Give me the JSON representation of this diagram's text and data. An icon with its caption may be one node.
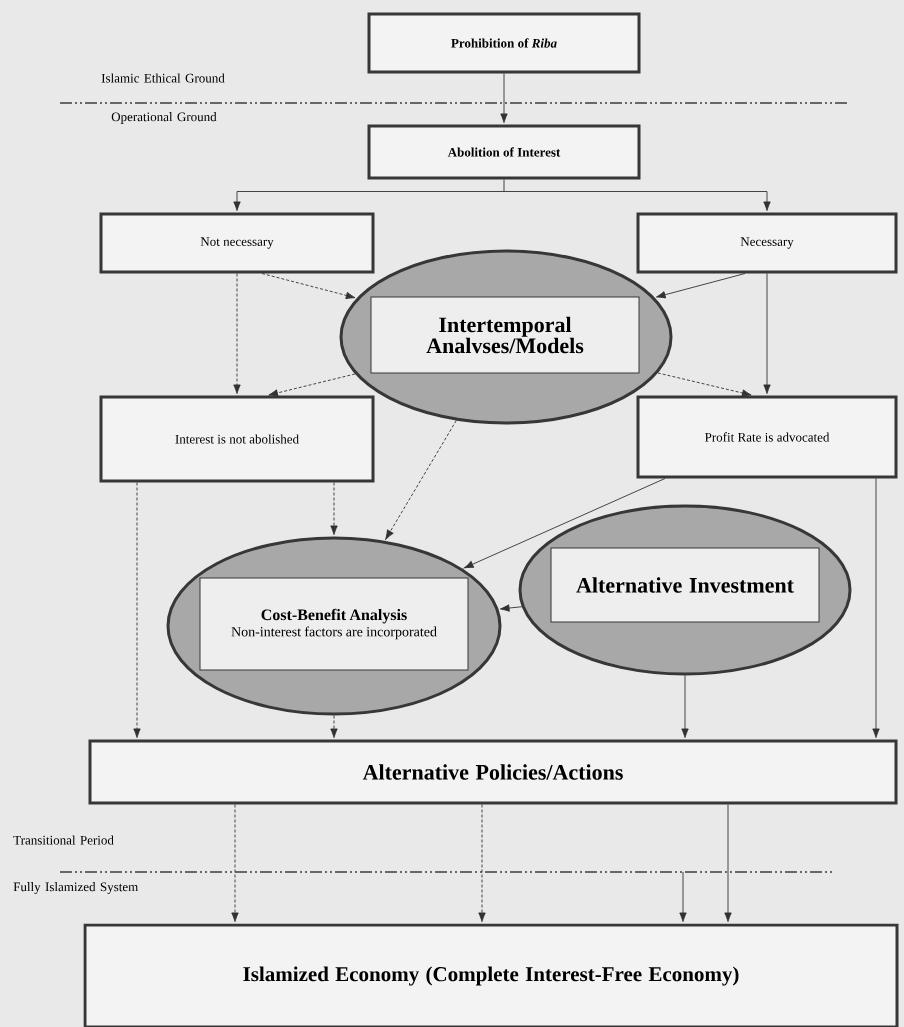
{
  "diagram": {
    "nodes": [
      {
        "text": [
          "Prohibition of *Riba*"
        ]
      },
      {
        "text": [
          "Abolition of Interest"
        ]
      },
      {
        "text": [
          "Not necessary"
        ]
      },
      {
        "text": [
          "Necessary"
        ]
      },
      {
        "text": [
          "Intertemporal Analvses/Models"
        ]
      },
      {
        "text": [
          "Interest is not abolished"
        ]
      },
      {
        "text": [
          "Profit Rate is advocated"
        ]
      },
      {
        "text": [
          "Cost-Benefit Analysis",
          "Non-interest factors are incorporated"
        ]
      },
      {
        "text": [
          "Alternative Investment"
        ]
      },
      {
        "text": [
          "Alternative Policies/Actions"
        ]
      },
      {
        "text": [
          "Islamized Economy (Complete Interest-Free Economy)"
        ]
      }
    ],
    "edges": [
      {
        "from": 0,
        "to": 1,
        "arrow": "to"
      },
      {
        "from": 1,
        "to": 2,
        "arrow": "to"
      },
      {
        "from": 1,
        "to": 3,
        "arrow": "to"
      },
      {
        "from": 2,
        "to": 4,
        "arrow": "to",
        "style": "dashed"
      },
      {
        "from": 3,
        "to": 4,
        "arrow": "to"
      },
      {
        "from": 2,
        "to": 5,
        "arrow": "to",
        "style": "dashed"
      },
      {
        "from": 4,
        "to": 5,
        "arrow": "to",
        "style": "dashed"
      },
      {
        "from": 4,
        "to": 6,
        "arrow": "to",
        "style": "dashed"
      },
      {
        "from": 3,
        "to": 6,
        "arrow": "to"
      },
      {
        "from": 5,
        "to": 7,
        "arrow": "to",
        "style": "dashed"
      },
      {
        "from": 4,
        "to": 7,
        "arrow": "to",
        "style": "dashed"
      },
      {
        "from": 6,
        "to": 7,
        "arrow": "to"
      },
      {
        "from": 8,
        "to": 7,
        "arrow": "to"
      },
      {
        "from": 5,
        "to": 9,
        "arrow": "to",
        "style": "dashed"
      },
      {
        "from": 7,
        "to": 9,
        "arrow": "to",
        "style": "dashed"
      },
      {
        "from": 8,
        "to": 9,
        "arrow": "to"
      },
      {
        "from": 6,
        "to": 9,
        "arrow": "to"
      },
      {
        "from": 9,
        "to": 10,
        "arrow": "to",
        "style": "dashed"
      },
      {
        "from": 9,
        "to": 10,
        "arrow": "to",
        "style": "dashed"
      },
      {
        "from": 9,
        "to": 10,
        "arrow": "to"
      },
      {
        "from": null,
        "to": 10,
        "arrow": "to"
      }
    ],
    "labels": [
      "Islamic Ethical Ground",
      "Operational Ground",
      "Transitional Period",
      "Fully Islamized System"
    ]
  }
}
